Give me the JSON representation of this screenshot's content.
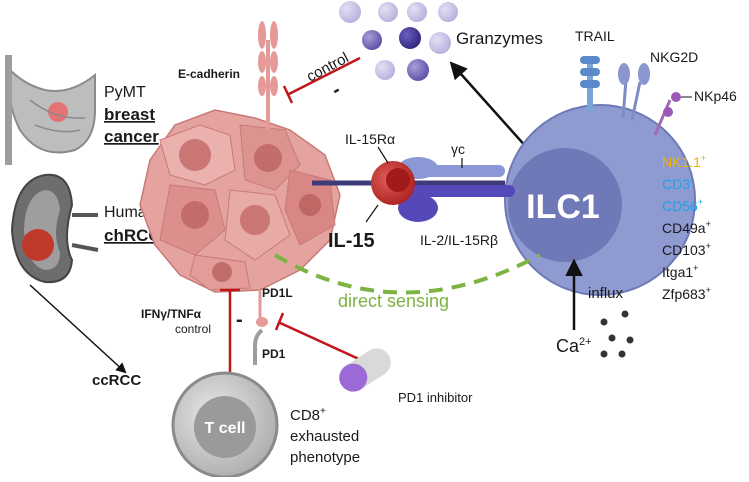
{
  "colors": {
    "yellow": "#f2b100",
    "cyan": "#1aa3e8",
    "green": "#7cb342",
    "red": "#c0161b",
    "ilc1": "#8f9bd0",
    "ilc1_core": "#6f79b8",
    "tumor": "#e39a98",
    "inhibit": "#b52127"
  },
  "tissues": {
    "breast": {
      "model": "PyMT",
      "line1": "breast",
      "line2": "cancer"
    },
    "kidney": {
      "species": "Human",
      "type": "chRCC"
    },
    "cc": "ccRCC"
  },
  "tumor": {
    "ecadherin": "E-cadherin",
    "control": "control",
    "minus": "-",
    "pd1l": "PD1L",
    "pd1": "PD1",
    "ifn": "IFNγ/TNFα",
    "ifn_control": "control",
    "minus2": "-"
  },
  "il15": {
    "il15": "IL-15",
    "il15ra": "IL-15Rα",
    "gc": "γc",
    "il2": "IL-2/IL-15Rβ"
  },
  "ilc1": {
    "label": "ILC1",
    "receptors": {
      "trail": "TRAIL",
      "nkg2d": "NKG2D",
      "nkp46": "NKp46"
    },
    "markers": [
      {
        "text": "NK1.1",
        "sup": "+",
        "color": "yellow"
      },
      {
        "text": "CD3",
        "sup": "-",
        "color": "cyan"
      },
      {
        "text": "CD56",
        "sup": "+",
        "color": "cyan"
      },
      {
        "text": "CD49a",
        "sup": "+",
        "color": "black"
      },
      {
        "text": "CD103",
        "sup": "+",
        "color": "black"
      },
      {
        "text": "Itga1",
        "sup": "+",
        "color": "black"
      },
      {
        "text": "Zfp683",
        "sup": "+",
        "color": "black"
      }
    ]
  },
  "granzymes": "Granzymes",
  "sensing": "direct sensing",
  "calcium": {
    "influx": "influx",
    "ion": "Ca",
    "charge": "2+"
  },
  "tcell": {
    "label": "T cell",
    "cd8": "CD8",
    "cd8_sup": "+",
    "pheno1": "exhausted",
    "pheno2": "phenotype"
  },
  "inhibitor": "PD1 inhibitor"
}
